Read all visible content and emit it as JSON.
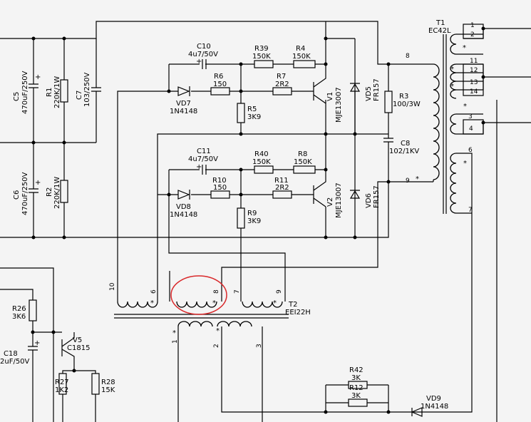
{
  "schematic": {
    "transformer_t1": {
      "designator": "T1",
      "part": "EC42L",
      "pins": [
        "1",
        "2",
        "11",
        "12",
        "13",
        "14",
        "3",
        "4",
        "6",
        "7",
        "8",
        "9"
      ]
    },
    "transformer_t2": {
      "designator": "T2",
      "part": "EEI22H",
      "pins": [
        "10",
        "6",
        "8",
        "7",
        "9",
        "1",
        "2",
        "3"
      ]
    },
    "C5": {
      "ref": "C5",
      "value": "470uF/250V"
    },
    "C6": {
      "ref": "C6",
      "value": "470uF/250V"
    },
    "R1": {
      "ref": "R1",
      "value": "220K/1W"
    },
    "R2": {
      "ref": "R2",
      "value": "220K/1W"
    },
    "C7": {
      "ref": "C7",
      "value": "103/250V"
    },
    "C10": {
      "ref": "C10",
      "value": "4u7/50V"
    },
    "C11": {
      "ref": "C11",
      "value": "4u7/50V"
    },
    "R39": {
      "ref": "R39",
      "value": "150K"
    },
    "R4": {
      "ref": "R4",
      "value": "150K"
    },
    "R40": {
      "ref": "R40",
      "value": "150K"
    },
    "R8": {
      "ref": "R8",
      "value": "150K"
    },
    "R6": {
      "ref": "R6",
      "value": "150"
    },
    "R10": {
      "ref": "R10",
      "value": "150"
    },
    "R7": {
      "ref": "R7",
      "value": "2R2"
    },
    "R11": {
      "ref": "R11",
      "value": "2R2"
    },
    "R5": {
      "ref": "R5",
      "value": "3K9"
    },
    "R9": {
      "ref": "R9",
      "value": "3K9"
    },
    "VD7": {
      "ref": "VD7",
      "value": "1N4148"
    },
    "VD8": {
      "ref": "VD8",
      "value": "1N4148"
    },
    "VD9": {
      "ref": "VD9",
      "value": "1N4148"
    },
    "V1": {
      "ref": "V1",
      "value": "MJE13007"
    },
    "V2": {
      "ref": "V2",
      "value": "MJE13007"
    },
    "VD5": {
      "ref": "VD5",
      "value": "FR157"
    },
    "VD6": {
      "ref": "VD6",
      "value": "FR157"
    },
    "R3": {
      "ref": "R3",
      "value": "100/3W"
    },
    "C8": {
      "ref": "C8",
      "value": "102/1KV"
    },
    "R26": {
      "ref": "R26",
      "value": "3K6"
    },
    "C18": {
      "ref": "C18",
      "value": "2uF/50V"
    },
    "V5": {
      "ref": "V5",
      "value": "C1815"
    },
    "R27": {
      "ref": "R27",
      "value": "1K2"
    },
    "R28": {
      "ref": "R28",
      "value": "15K"
    },
    "R42": {
      "ref": "R42",
      "value": "3K"
    },
    "R12": {
      "ref": "R12",
      "value": "3K"
    },
    "dot_mark": "*",
    "plus_mark": "+",
    "highlight_color": "#d9282a"
  }
}
